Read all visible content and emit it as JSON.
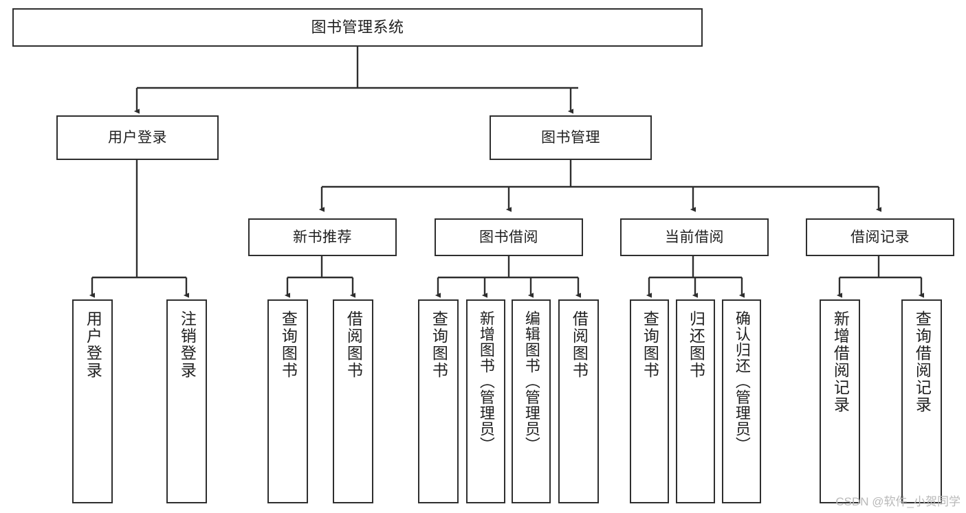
{
  "diagram": {
    "title": "图书管理系统",
    "type": "tree",
    "orientation": "top-down",
    "colors": {
      "box_border": "#2e2e2e",
      "box_fill": "#ffffff",
      "edge": "#2e2e2e",
      "text": "#1f1f1f",
      "watermark": "#b9b9b9",
      "background": "#ffffff"
    },
    "watermark": "CSDN @软件_小贺同学",
    "nodes": {
      "root": {
        "label": "图书管理系统"
      },
      "level2": [
        {
          "label": "用户登录"
        },
        {
          "label": "图书管理"
        }
      ],
      "level3": [
        {
          "label": "新书推荐"
        },
        {
          "label": "图书借阅"
        },
        {
          "label": "当前借阅"
        },
        {
          "label": "借阅记录"
        }
      ],
      "leaves": {
        "user_login": [
          {
            "label": "用户登录"
          },
          {
            "label": "注销登录"
          }
        ],
        "new_book_recommend": [
          {
            "label": "查询图书"
          },
          {
            "label": "借阅图书"
          }
        ],
        "book_borrow": [
          {
            "label": "查询图书"
          },
          {
            "label": "新增图书（管理员）"
          },
          {
            "label": "编辑图书（管理员）"
          },
          {
            "label": "借阅图书"
          }
        ],
        "current_borrow": [
          {
            "label": "查询图书"
          },
          {
            "label": "归还图书"
          },
          {
            "label": "确认归还（管理员）"
          }
        ],
        "borrow_record": [
          {
            "label": "新增借阅记录"
          },
          {
            "label": "查询借阅记录"
          }
        ]
      }
    },
    "edges": [
      {
        "from": "图书管理系统",
        "to": "用户登录"
      },
      {
        "from": "图书管理系统",
        "to": "图书管理"
      },
      {
        "from": "图书管理",
        "to": "新书推荐"
      },
      {
        "from": "图书管理",
        "to": "图书借阅"
      },
      {
        "from": "图书管理",
        "to": "当前借阅"
      },
      {
        "from": "图书管理",
        "to": "借阅记录"
      },
      {
        "from": "用户登录",
        "to": "用户登录"
      },
      {
        "from": "用户登录",
        "to": "注销登录"
      },
      {
        "from": "新书推荐",
        "to": "查询图书"
      },
      {
        "from": "新书推荐",
        "to": "借阅图书"
      },
      {
        "from": "图书借阅",
        "to": "查询图书"
      },
      {
        "from": "图书借阅",
        "to": "新增图书（管理员）"
      },
      {
        "from": "图书借阅",
        "to": "编辑图书（管理员）"
      },
      {
        "from": "图书借阅",
        "to": "借阅图书"
      },
      {
        "from": "当前借阅",
        "to": "查询图书"
      },
      {
        "from": "当前借阅",
        "to": "归还图书"
      },
      {
        "from": "当前借阅",
        "to": "确认归还（管理员）"
      },
      {
        "from": "借阅记录",
        "to": "新增借阅记录"
      },
      {
        "from": "借阅记录",
        "to": "查询借阅记录"
      }
    ]
  }
}
